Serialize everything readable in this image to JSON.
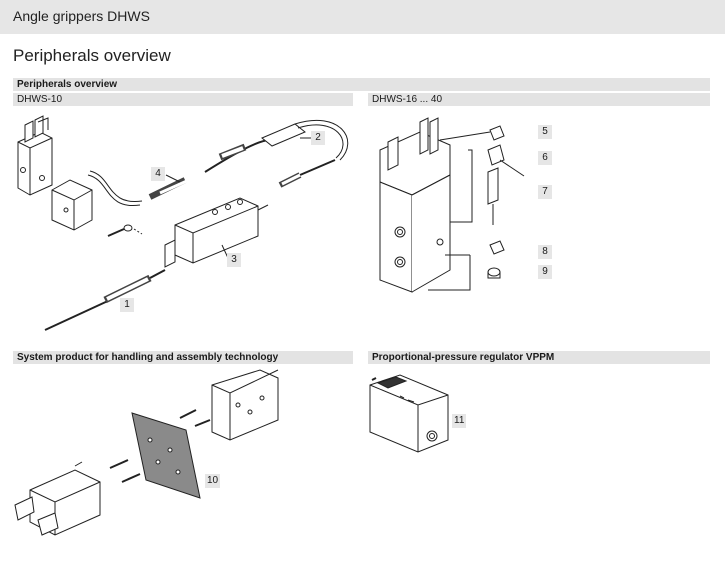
{
  "header": {
    "title": "Angle grippers DHWS"
  },
  "page_title": "Peripherals overview",
  "sections": {
    "peripherals": {
      "heading": "Peripherals overview",
      "left_sub": "DHWS-10",
      "right_sub": "DHWS-16 ... 40"
    },
    "system_product": {
      "heading": "System product for handling and assembly technology"
    },
    "regulator": {
      "heading": "Proportional-pressure regulator VPPM"
    }
  },
  "callouts": [
    "1",
    "2",
    "3",
    "4",
    "5",
    "6",
    "7",
    "8",
    "9",
    "10",
    "11"
  ],
  "icons": [
    "gripper-dhws10-drawing",
    "cable-drawing",
    "sensor-box-drawing",
    "gripper-dhws16-drawing",
    "accessories-drawing",
    "adapter-plate-drawing",
    "regulator-drawing"
  ]
}
